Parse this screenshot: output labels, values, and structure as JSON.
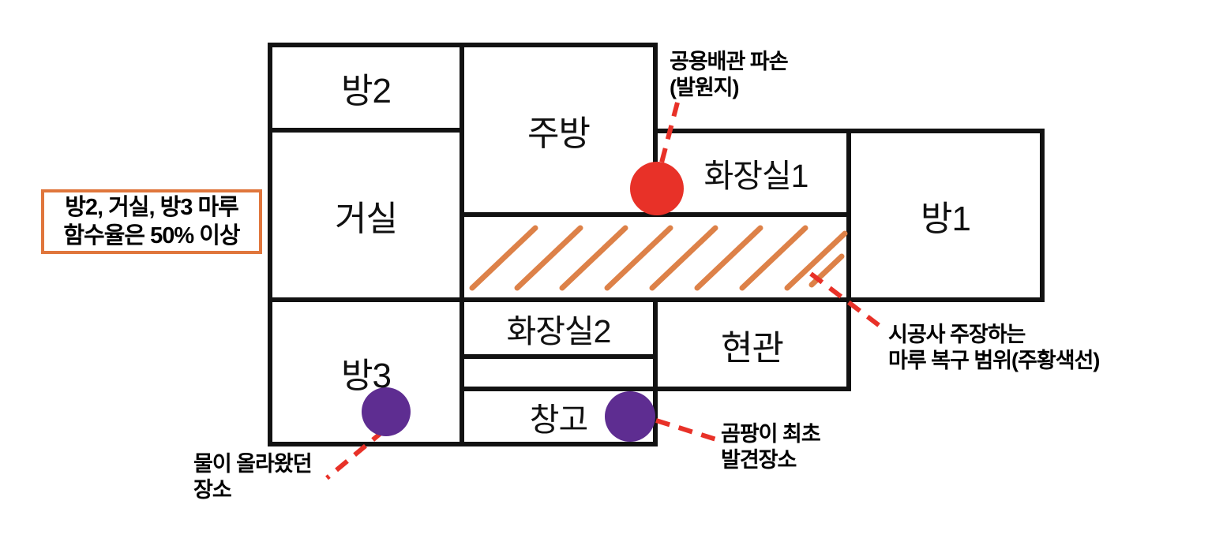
{
  "colors": {
    "wall": "#121212",
    "red": "#e83128",
    "purple": "#5e2d91",
    "hatch_orange": "#dd8148",
    "box_orange": "#e0763c"
  },
  "rooms": {
    "room2": {
      "label": "방2"
    },
    "living": {
      "label": "거실"
    },
    "room3": {
      "label": "방3"
    },
    "kitchen": {
      "label": "주방"
    },
    "bath1": {
      "label": "화장실1"
    },
    "room1": {
      "label": "방1"
    },
    "bath2": {
      "label": "화장실2"
    },
    "entrance": {
      "label": "현관"
    },
    "storage": {
      "label": "창고"
    }
  },
  "note_box": {
    "line1": "방2, 거실, 방3 마루",
    "line2": "함수율은 50% 이상"
  },
  "annotations": {
    "pipe_damage": {
      "line1": "공용배관 파손",
      "line2": "(발원지)"
    },
    "repair_range": {
      "line1": "시공사 주장하는",
      "line2": "마루 복구 범위(주황색선)"
    },
    "water_rise": {
      "line1": "물이 올라왔던",
      "line2": "장소"
    },
    "mold_found": {
      "line1": "곰팡이 최초",
      "line2": "발견장소"
    }
  }
}
